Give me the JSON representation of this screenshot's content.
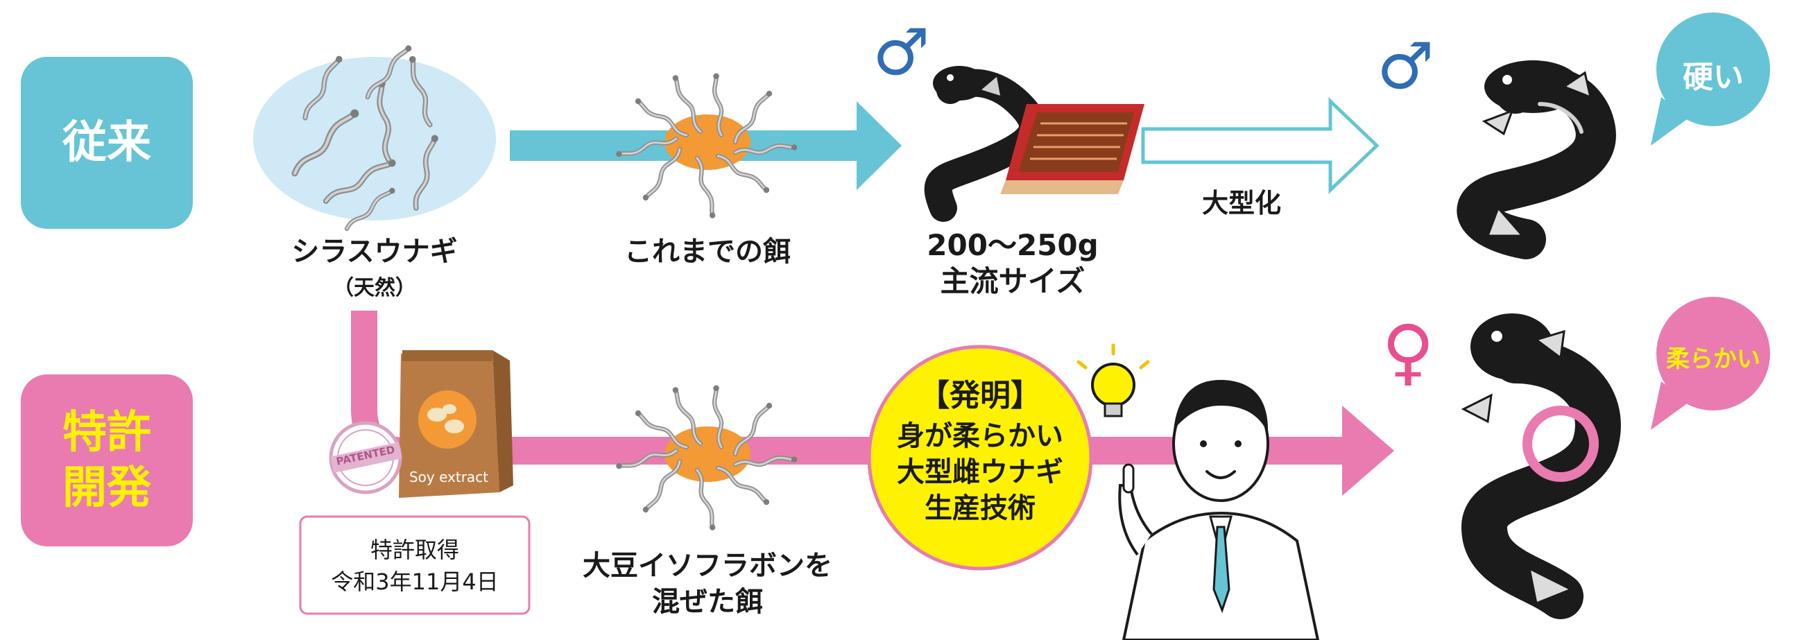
{
  "rows": {
    "conventional": {
      "label": "従来"
    },
    "patent": {
      "label_line1": "特許",
      "label_line2": "開発"
    }
  },
  "steps": {
    "glass_eel": {
      "name": "シラスウナギ",
      "note": "（天然）"
    },
    "old_feed": {
      "name": "これまでの餌"
    },
    "mainstream": {
      "weight": "200～250g",
      "size": "主流サイズ"
    },
    "enlarge": {
      "label": "大型化"
    },
    "new_feed": {
      "line1": "大豆イソフラボンを",
      "line2": "混ぜた餌"
    }
  },
  "patent_box": {
    "line1": "特許取得",
    "line2": "令和3年11月4日"
  },
  "package": {
    "label": "Soy extract",
    "stamp": "PATENTED"
  },
  "invention": {
    "title": "【発明】",
    "line1": "身が柔らかい",
    "line2": "大型雌ウナギ",
    "line3": "生産技術"
  },
  "results": {
    "hard": "硬い",
    "soft": "柔らかい"
  },
  "symbols": {
    "male": "♂",
    "female": "♀"
  },
  "colors": {
    "cyan": "#66c4d6",
    "pink": "#e97bb0",
    "orange": "#f39a36",
    "yellow": "#fff200",
    "eel": "#1b1b1b"
  }
}
